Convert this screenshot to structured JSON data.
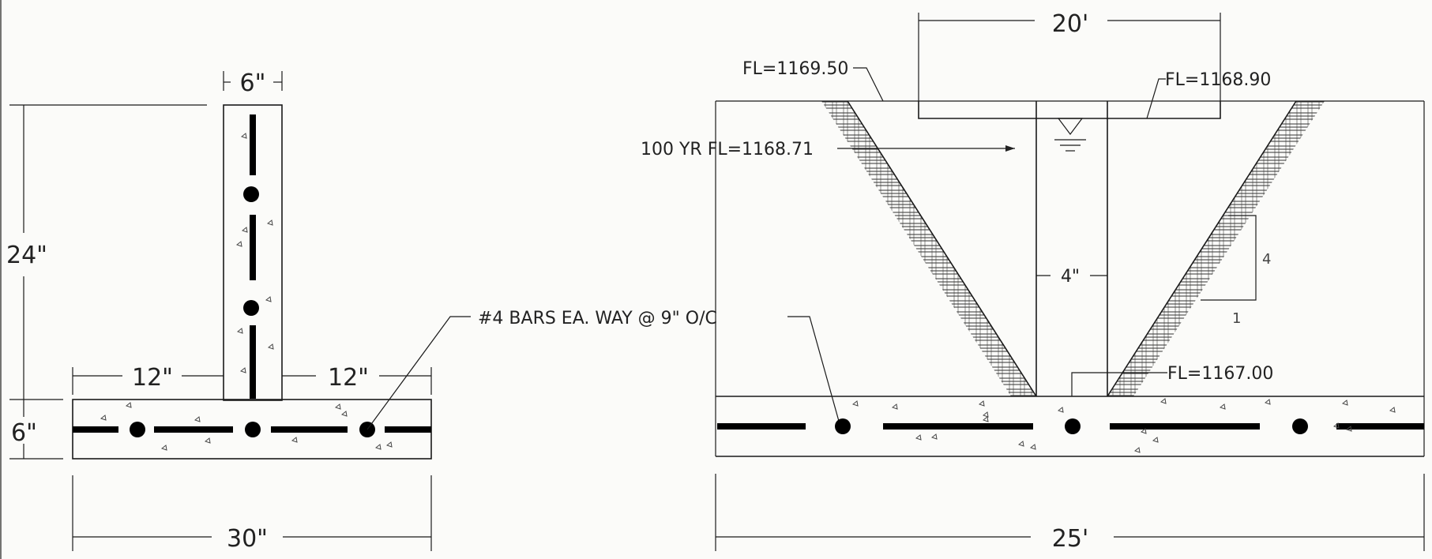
{
  "left_section": {
    "stem_width": "6\"",
    "stem_height": "24\"",
    "footing_thickness": "6\"",
    "toe_left": "12\"",
    "toe_right": "12\"",
    "footing_width": "30\""
  },
  "right_section": {
    "opening_width": "20'",
    "fl_left": "FL=1169.50",
    "fl_right": "FL=1168.90",
    "fl_100yr": "100 YR FL=1168.71",
    "slab_thickness": "4\"",
    "slope_rise": "4",
    "slope_run": "1",
    "fl_bottom": "FL=1167.00",
    "total_width": "25'"
  },
  "rebar_note": "#4 BARS EA. WAY @ 9\" O/C",
  "icons": [
    "water-surface-icon"
  ]
}
